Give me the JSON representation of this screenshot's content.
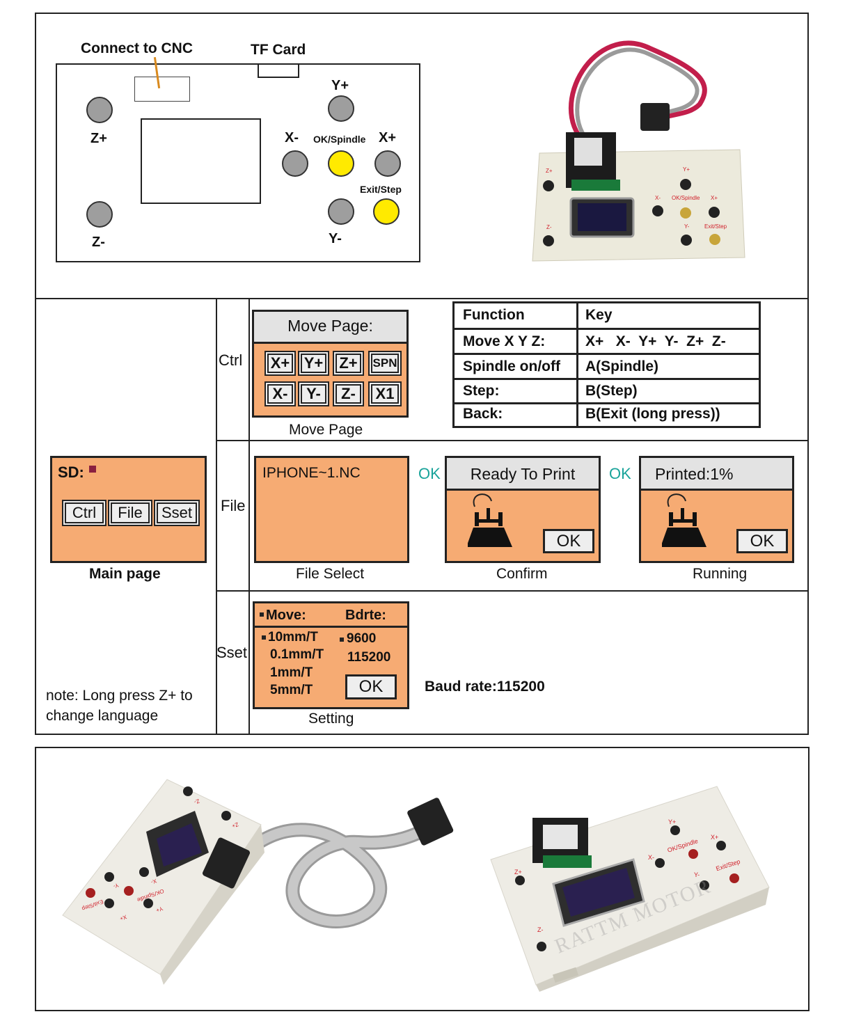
{
  "panel_diagram": {
    "connect_label": "Connect to CNC",
    "tf_label": "TF Card",
    "buttons": {
      "z_plus": "Z+",
      "z_minus": "Z-",
      "y_plus": "Y+",
      "y_minus": "Y-",
      "x_minus": "X-",
      "x_plus": "X+",
      "ok_spindle": "OK/Spindle",
      "exit_step": "Exit/Step"
    }
  },
  "photo_top_labels": {
    "z_plus": "Z+",
    "z_minus": "Z-",
    "y_plus": "Y+",
    "y_minus": "Y-",
    "x_minus": "X-",
    "x_plus": "X+",
    "ok_spindle": "OK/Spindle",
    "exit_step": "Exit/Step"
  },
  "rows": {
    "ctrl": "Ctrl",
    "file": "File",
    "sset": "Sset"
  },
  "main_page": {
    "sd_label": "SD:",
    "buttons": [
      "Ctrl",
      "File",
      "Sset"
    ],
    "caption": "Main page",
    "note_line1": "note: Long press Z+ to",
    "note_line2": "change language"
  },
  "move_page": {
    "header": "Move Page:",
    "keys_row1": [
      "X+",
      "Y+",
      "Z+",
      "SPN"
    ],
    "keys_row2": [
      "X-",
      "Y-",
      "Z-",
      "X1"
    ],
    "caption": "Move Page"
  },
  "function_table": {
    "headers": [
      "Function",
      "Key"
    ],
    "rows": [
      [
        "Move X Y Z:",
        "X+   X-  Y+  Y-  Z+  Z-"
      ],
      [
        "Spindle on/off",
        "A(Spindle)"
      ],
      [
        "Step:",
        "B(Step)"
      ],
      [
        "Back:",
        "B(Exit (long press))"
      ]
    ]
  },
  "file_flow": {
    "file_select": {
      "filename": "IPHONE~1.NC",
      "caption": "File Select"
    },
    "arrow1": "OK",
    "confirm": {
      "header": "Ready To Print",
      "ok": "OK",
      "caption": "Confirm"
    },
    "arrow2": "OK",
    "running": {
      "header": "Printed:1%",
      "ok": "OK",
      "caption": "Running"
    }
  },
  "setting": {
    "move_header": "Move:",
    "bdrte_header": "Bdrte:",
    "move_options": [
      "10mm/T",
      "0.1mm/T",
      "1mm/T",
      "5mm/T"
    ],
    "baud_options": [
      "9600",
      "115200"
    ],
    "ok": "OK",
    "caption": "Setting",
    "baud_note": "Baud rate:115200"
  },
  "photo_left_labels": {
    "exit_step": "Exit/Step",
    "ok_spindle": "OK/Spindle",
    "x_plus": "X+",
    "x_minus": "X-",
    "y_plus": "Y+",
    "y_minus": "Y-",
    "z_plus": "Z+",
    "z_minus": "Z-"
  },
  "photo_right_labels": {
    "y_plus": "Y+",
    "x_minus": "X-",
    "ok_spindle": "OK/Spindle",
    "x_plus": "X+",
    "y_minus": "Y-",
    "exit_step": "Exit/Step",
    "z_plus": "Z+",
    "z_minus": "Z-",
    "watermark": "RATTM MOTOR"
  },
  "colors": {
    "screen_orange": "#f6ab73",
    "yellow_button": "#ffea00",
    "gray_button": "#9e9e9e",
    "ok_teal": "#19a39a",
    "red_label": "#d0202a"
  }
}
